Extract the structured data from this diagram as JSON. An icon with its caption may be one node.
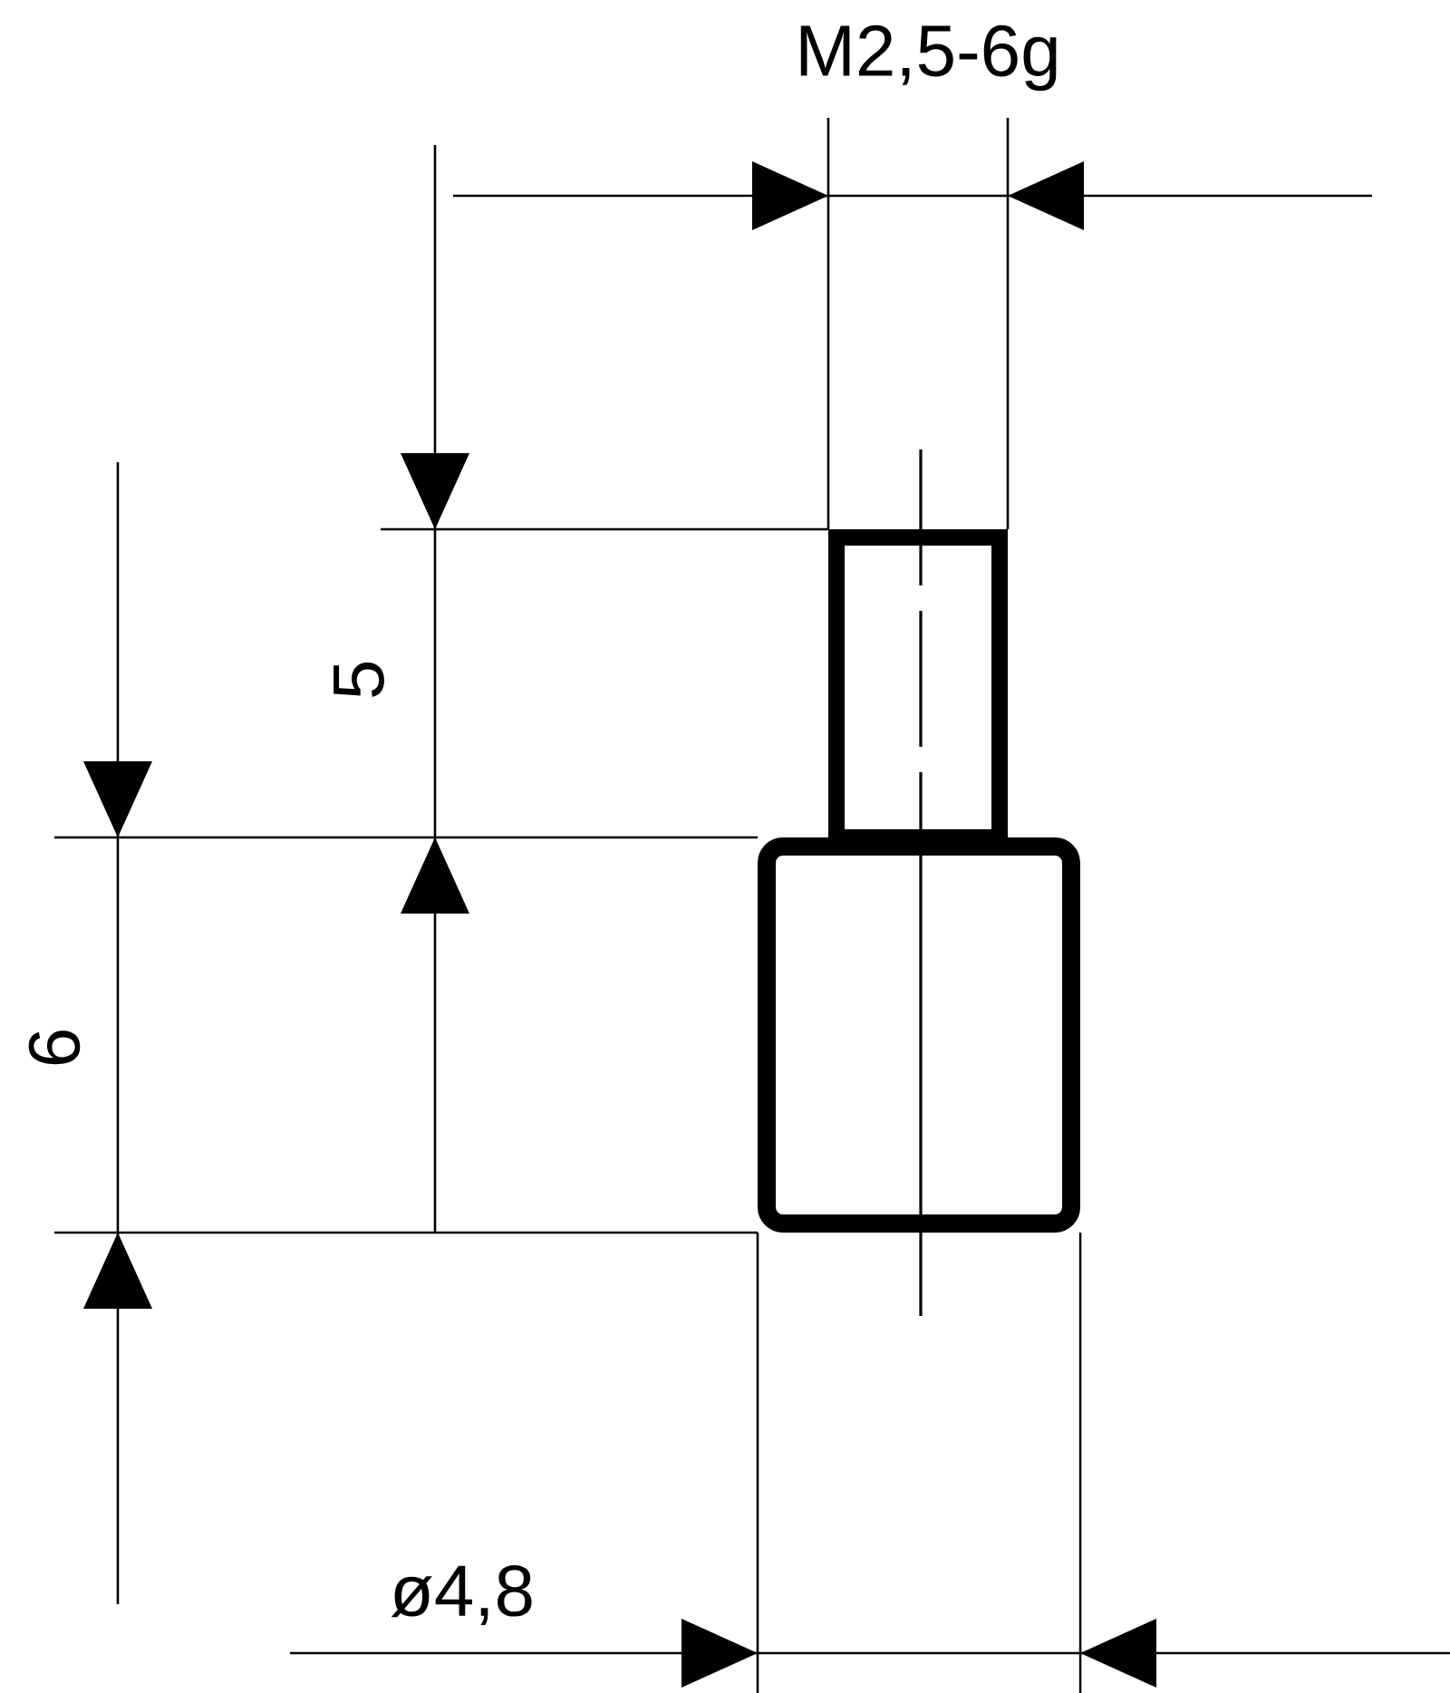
{
  "diagram": {
    "labels": [
      "M2,5-6g",
      "5",
      "6",
      "ø4,8"
    ]
  }
}
